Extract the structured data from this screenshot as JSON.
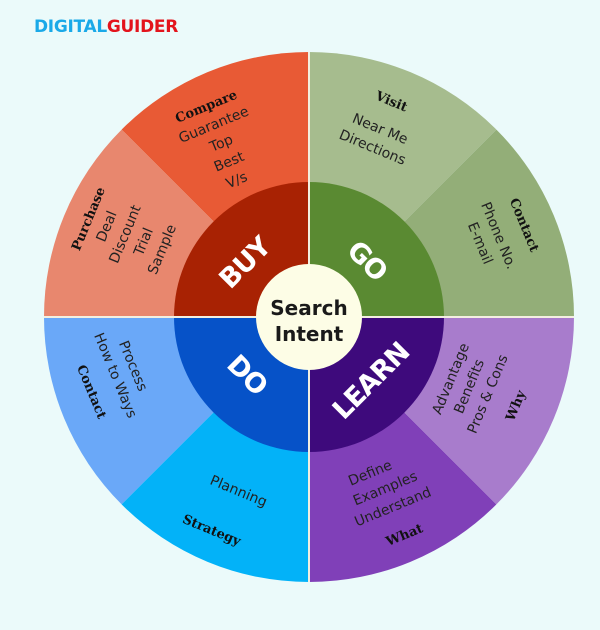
{
  "brand": {
    "part1": "DIGITAL",
    "part2": "GUIDER",
    "color1": "#1aa9e8",
    "color2": "#e3141c"
  },
  "hub": {
    "line1": "Search",
    "line2": "Intent",
    "fill": "#fdfde6"
  },
  "intents": {
    "buy": {
      "label": "BUY",
      "color": "#a82203"
    },
    "go": {
      "label": "GO",
      "color": "#5a8a32"
    },
    "do": {
      "label": "DO",
      "color": "#0652c8"
    },
    "learn": {
      "label": "LEARN",
      "color": "#3e0a7c"
    }
  },
  "segments": {
    "compare": {
      "title": "Compare",
      "keywords": [
        "Guarantee",
        "Top",
        "Best",
        "V/s"
      ],
      "color": "#e85a35"
    },
    "purchase": {
      "title": "Purchase",
      "keywords": [
        "Deal",
        "Discount",
        "Trial",
        "Sample"
      ],
      "color": "#e8876e"
    },
    "visit": {
      "title": "Visit",
      "keywords": [
        "Near Me",
        "Directions"
      ],
      "color": "#a6bc8e"
    },
    "contact_go": {
      "title": "Contact",
      "keywords": [
        "Phone No.",
        "E-mail"
      ],
      "color": "#93ae78"
    },
    "contact_do": {
      "title": "Contact",
      "keywords": [
        "Process",
        "How to Ways"
      ],
      "color": "#6aa8f8"
    },
    "strategy": {
      "title": "Strategy",
      "keywords": [
        "Planning"
      ],
      "color": "#03b2f8"
    },
    "what": {
      "title": "What",
      "keywords": [
        "Define",
        "Examples",
        "Understand"
      ],
      "color": "#8040b8"
    },
    "why": {
      "title": "Why",
      "keywords": [
        "Advantage",
        "Benefits",
        "Pros & Cons"
      ],
      "color": "#a87ccc"
    }
  }
}
